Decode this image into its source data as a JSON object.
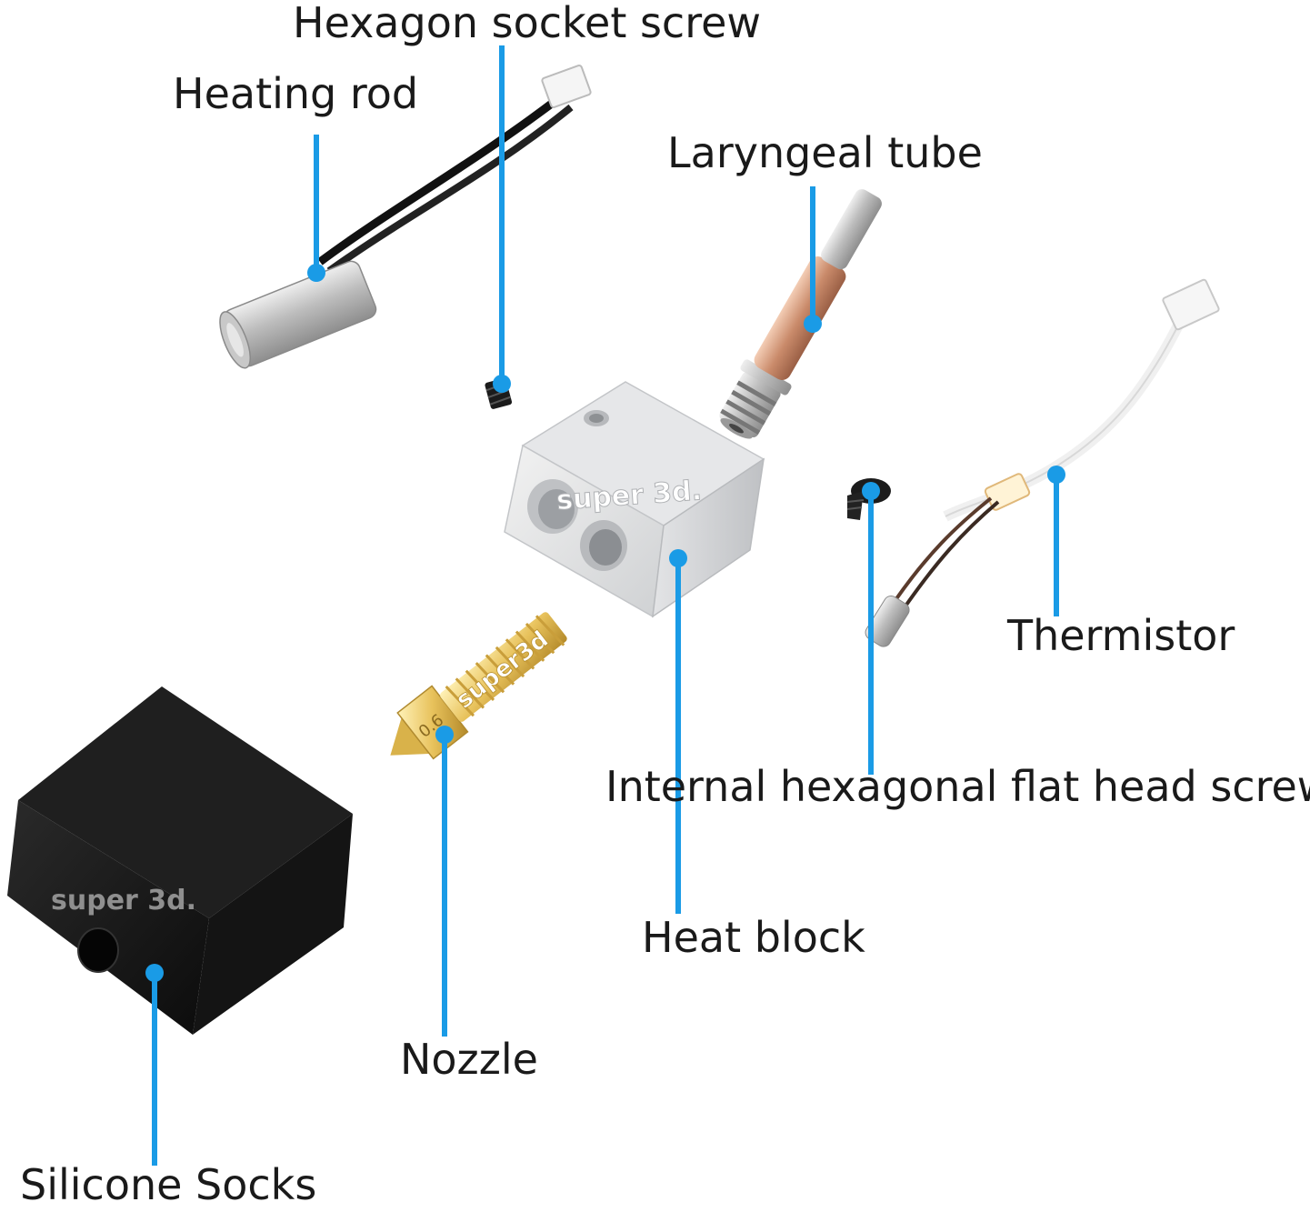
{
  "accent_color": "#1a9be6",
  "labels": {
    "hexagon_socket_screw": "Hexagon socket screw",
    "heating_rod": "Heating rod",
    "laryngeal_tube": "Laryngeal tube",
    "thermistor": "Thermistor",
    "internal_hex_flat_head_screw": "Internal hexagonal flat head screw",
    "heat_block": "Heat block",
    "nozzle": "Nozzle",
    "silicone_socks": "Silicone Socks"
  },
  "watermarks": {
    "heat_block": "super 3d.",
    "nozzle": "super3d",
    "sock": "super 3d.",
    "nozzle_size": "0.6"
  }
}
